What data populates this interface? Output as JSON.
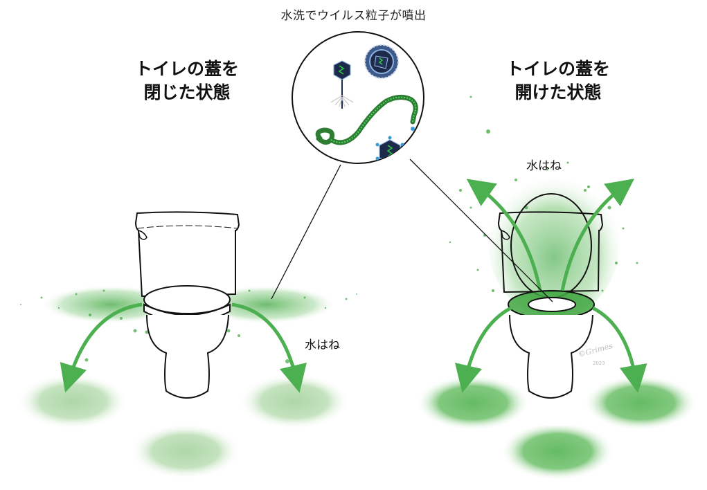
{
  "title": "水洗でウイルス粒子が噴出",
  "panels": {
    "closed": {
      "heading_line1": "トイレの蓋を",
      "heading_line2": "閉じた状態",
      "splash_label": "水はね"
    },
    "open": {
      "heading_line1": "トイレの蓋を",
      "heading_line2": "開けた状態",
      "splash_label": "水はね"
    }
  },
  "magnifier": {
    "contents": [
      "bacteriophage-virus",
      "enveloped-virus",
      "filovirus",
      "icosahedral-virus"
    ]
  },
  "colors": {
    "spray_green": "#3fa63f",
    "arrow_green": "#4caf50",
    "puddle_light": "#a8d5a2",
    "puddle_dark": "#5cb85c",
    "virus_navy": "#1e2a4a",
    "outline": "#111111"
  },
  "watermark": "©Grimes 2023"
}
